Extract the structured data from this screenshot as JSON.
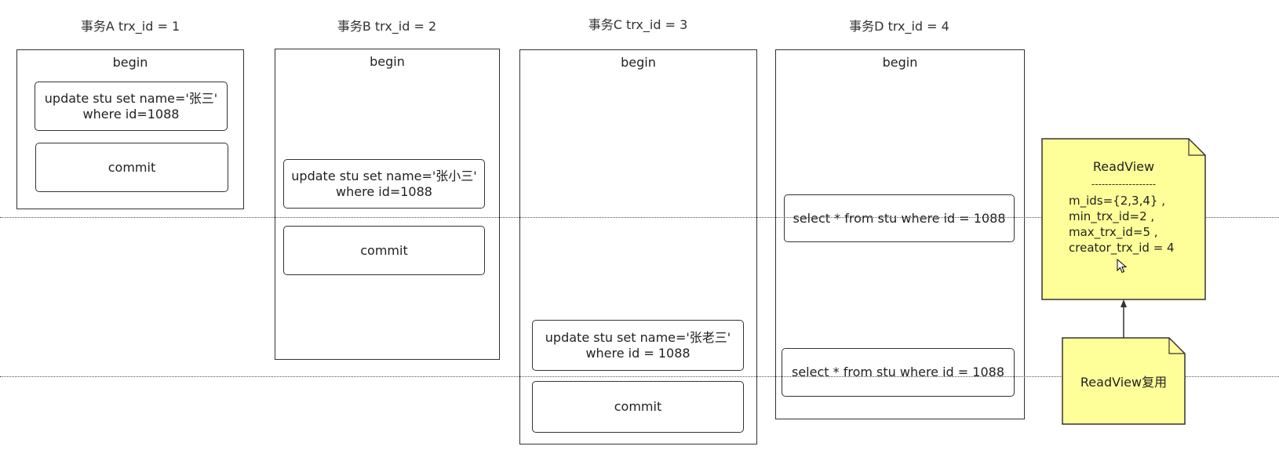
{
  "transactions": [
    {
      "title": "事务A trx_id = 1",
      "begin": "begin",
      "steps": [
        {
          "line1": "update stu set name='张三'",
          "line2": "where id=1088"
        },
        {
          "line1": "commit",
          "line2": ""
        }
      ]
    },
    {
      "title": "事务B trx_id = 2",
      "begin": "begin",
      "steps": [
        {
          "line1": "update stu set name='张小三'",
          "line2": "where id=1088"
        },
        {
          "line1": "commit",
          "line2": ""
        }
      ]
    },
    {
      "title": "事务C trx_id = 3",
      "begin": "begin",
      "steps": [
        {
          "line1": "update stu set name='张老三'",
          "line2": "where id = 1088"
        },
        {
          "line1": "commit",
          "line2": ""
        }
      ]
    },
    {
      "title": "事务D trx_id = 4",
      "begin": "begin",
      "steps": [
        {
          "line1": "select * from stu where id = 1088",
          "line2": ""
        },
        {
          "line1": "select * from stu where id = 1088",
          "line2": ""
        }
      ]
    }
  ],
  "readview": {
    "title": "ReadView",
    "separator": "-------------------",
    "lines": [
      "m_ids={2,3,4} ,",
      "min_trx_id=2  ,",
      "max_trx_id=5  ,",
      "creator_trx_id = 4"
    ]
  },
  "readview_reuse": {
    "label": "ReadView复用"
  },
  "colors": {
    "note_fill": "#ffff99",
    "stroke": "#333333"
  }
}
